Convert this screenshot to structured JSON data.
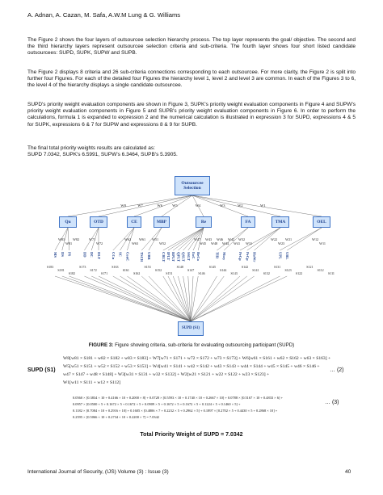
{
  "header": "A. Adnan, A. Cazan, M. Safa, A.W.M Lung & G. Williams",
  "paragraphs": [
    "The Figure 2 shows the four layers of outsourcee selection hierarchy process. The top layer represents the goal/ objective. The second and the third hierarchy layers represent outsourcee selection criteria and sub-criteria. The fourth layer shows four short listed candidate outsourcees: SUPD, SUPK, SUPW and SUPB.",
    "The Figure 2 displays 8 criteria and 26 sub-criteria connections corresponding to each outsourcee. For more clarity, the Figure 2 is split into further four Figures. For each of the detailed four Figures the hierarchy level 1, level 2 and level 3 are common.  In each of the Figures 3 to 6, the level 4 of the hierarchy displays a single candidate outsourcee.",
    "SUPD's priority weight evaluation components are shown in Figure 3, SUPK's priority weight evaluation components in Figure 4 and SUPW's priority weight evaluation components in Figure 5 and SUPB's priority weight evaluation components in Figure 6. In order to perform the calculations, formula 1 is expanded to expression 2 and the numerical calculation is illustrated in expression 3 for SUPD, expressions 4 & 5 for SUPK, expressions 6 & 7 for SUPW and expressions 8 & 9 for SUPB.",
    "The final total priority weights results are calculated as:\nSUPD 7.0342, SUPK's 6.5991, SUPW's 6.3464, SUPB's 5.3905."
  ],
  "figure": {
    "goal": "Outsourcee Selection",
    "criteria": [
      "Qu",
      "OTD",
      "CE",
      "MBP",
      "Re",
      "FA",
      "TMA",
      "OEL"
    ],
    "criteria_weights": [
      "W8",
      "W7",
      "W6",
      "W5",
      "W4",
      "W3",
      "W2",
      "W1"
    ],
    "sub_weights": [
      "W83 W81 W82",
      "W71 W72",
      "W62 W63 W61",
      "W51 W52",
      "W47 W45 W43 W48 W46 W44 W42 W41",
      "W32 W31",
      "W22 W23 W21",
      "W12 W11"
    ],
    "subcriteria": [
      "MS",
      "DS",
      "PS",
      "DD",
      "DC",
      "DLT",
      "CCn",
      "SC",
      "ConC",
      "TSCR",
      "UBR",
      "CRLT",
      "IPLT",
      "RPLT",
      "QPLT",
      "QSLT",
      "SSLT",
      "EoC",
      "ReCo",
      "TIR",
      "Nbcy",
      "PrCp",
      "PrCp",
      "HoWr",
      "UPL",
      "UBL"
    ],
    "score_labels": [
      "S183",
      "S181",
      "S182",
      "S173",
      "S172",
      "S171",
      "S163",
      "S161",
      "S162",
      "S153",
      "S152",
      "S151",
      "S148",
      "S147",
      "S146",
      "S145",
      "S144",
      "S143",
      "S142",
      "S141",
      "S132",
      "S131",
      "S123",
      "S122",
      "S121",
      "S112",
      "S111"
    ],
    "alternative": "SUPD (S1)",
    "caption_label": "FIGURE 3:",
    "caption_text": " Figure showing criteria, sub-criteria for evaluating outsourcing participant (SUPD)"
  },
  "equation": {
    "label": "SUPD (S1)",
    "lines": [
      "W8[w81 × S181 + w82 × S182 + w83 × S183] + W7[w71 × S171 + w72 × S172 + w73 × S173] + W6[w61 × S161 + w62 × S162 + w63 × S163] +",
      "W5[w51 × S151 + w52 × S152 + w53 × S153] + W4[w41 × S141 + w42 × S142 + w43 × S143 + w44 × S144 + w45 × S145 + w46 × S146 +",
      "w47 × S147 + w48 × S148] + W3[w31 × S131 + w32 × S132] + W2[w21 × S121 + w22 × S122 + w23 × S123] +",
      "W1[w11 × S111 + w12 × S112]"
    ],
    "number": "… (2)",
    "numeric_lines": [
      "0.0560 × [0.3834 × 10 + 0.4166 × 10 + 0.2000 × 8] + 0.0728 × [0.5593 × 10 + 0.1740 × 10 + 0.2667 × 10] + 0.0788 × [0.5167 × 10 + 0.4833 × 6] +",
      "0.0957 × [0.0500 × 5 + 0.1672 × 5 + 0.1672 × 5 + 0.0909 × 5 + 0.1672 × 5 + 0.1672 × 5 + 0.1224 × 5 + 0.1460 × 5] +",
      "0.1182 × [0.7084 × 10 + 0.2916 × 10] + 0.1605 × [0.4806 × 7 + 0.2232 × 5 + 0.2962 × 5] + 0.1897 × [0.2702 × 5 + 0.4430 × 5 + 0.2868 × 10] +",
      "0.2595 × [0.5066 × 10 + 0.2734 × 10 + 0.2200 × 7] = 7.0342"
    ],
    "numeric_number": "… (3)"
  },
  "total": "Total Priority Weight of SUPD = 7.0342",
  "footer": "International Journal of Security, (IJS) Volume (3) : Issue (3)",
  "page_number": "40"
}
